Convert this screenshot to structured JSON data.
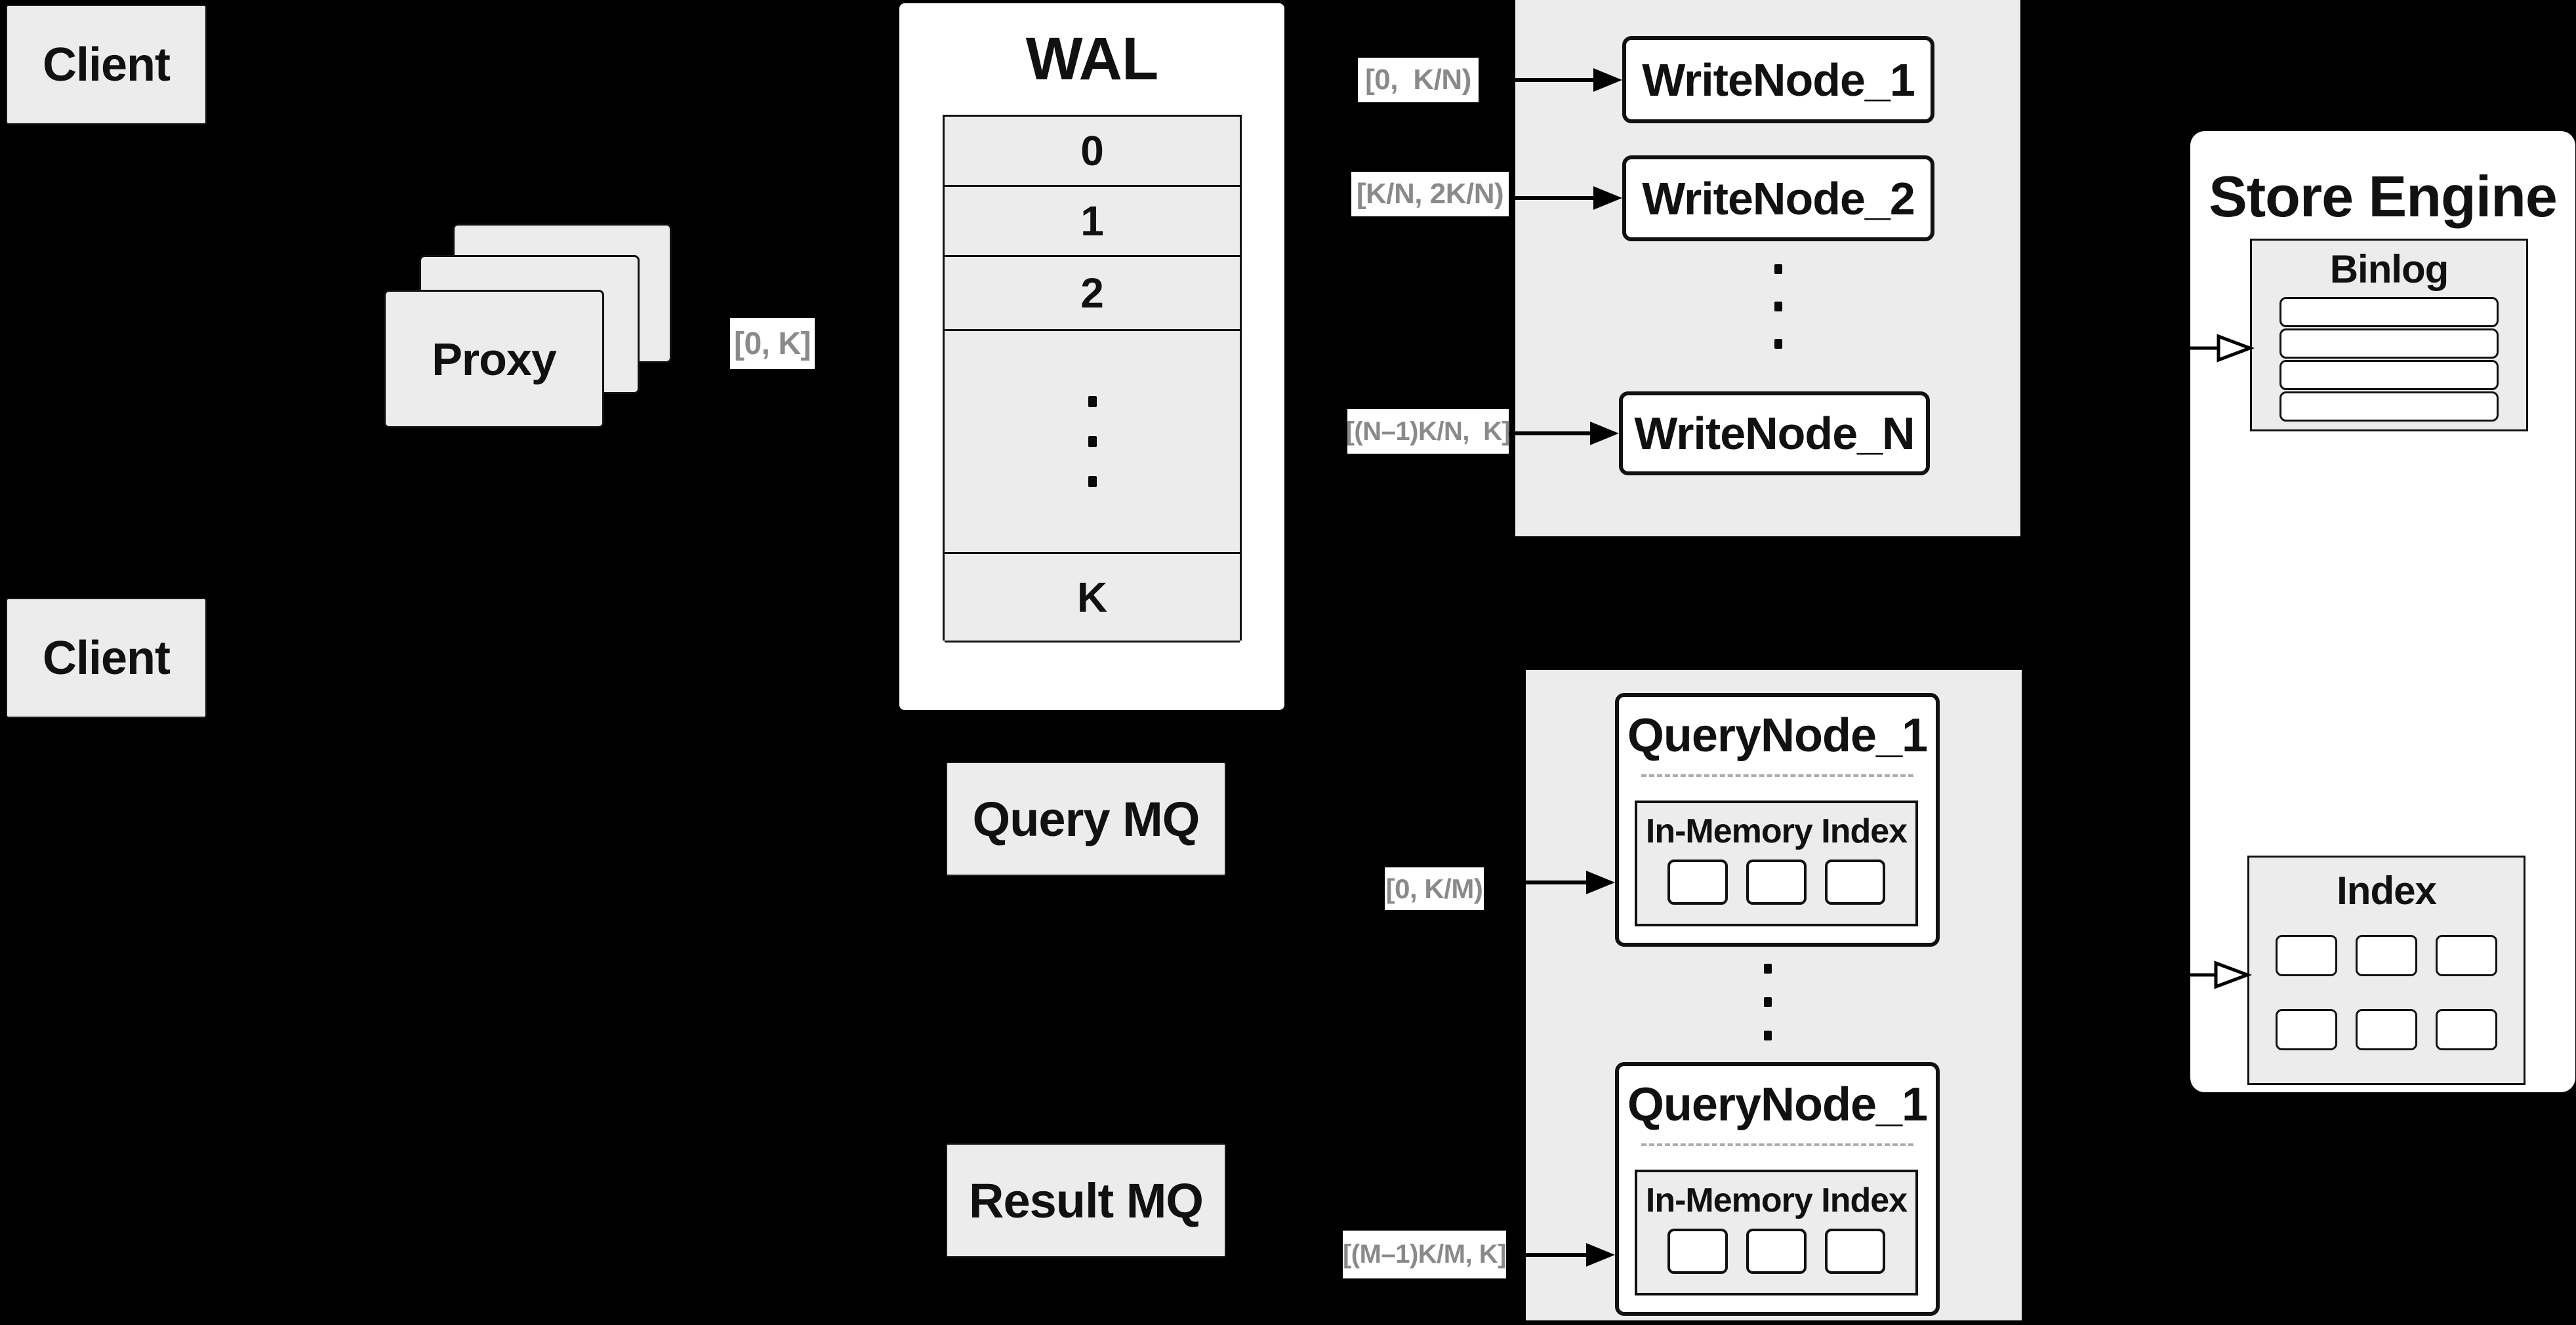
{
  "colors": {
    "background": "#000000",
    "panel_gray": "#ececec",
    "box_white": "#ffffff",
    "stroke_black": "#111111",
    "range_text_gray": "#8a8a8a"
  },
  "clients": {
    "top_label": "Client",
    "bottom_label": "Client"
  },
  "proxy": {
    "label": "Proxy",
    "range_label": "[0, K]"
  },
  "wal": {
    "title": "WAL",
    "rows": {
      "r0": "0",
      "r1": "1",
      "r2": "2",
      "last": "K"
    }
  },
  "write_section": {
    "range_labels": {
      "first": "[0,  K/N)",
      "second": "[K/N, 2K/N)",
      "last": "[(N–1)K/N,  K]"
    },
    "nodes": {
      "first": "WriteNode_1",
      "second": "WriteNode_2",
      "last": "WriteNode_N"
    }
  },
  "mq": {
    "query_label": "Query MQ",
    "result_label": "Result MQ"
  },
  "query_section": {
    "range_labels": {
      "first": "[0, K/M)",
      "last": "[(M–1)K/M, K]"
    },
    "nodes": {
      "first": {
        "title": "QueryNode_1",
        "inner_title": "In-Memory Index"
      },
      "last": {
        "title": "QueryNode_1",
        "inner_title": "In-Memory Index"
      }
    }
  },
  "store_engine": {
    "title": "Store Engine",
    "binlog_title": "Binlog",
    "index_title": "Index"
  }
}
